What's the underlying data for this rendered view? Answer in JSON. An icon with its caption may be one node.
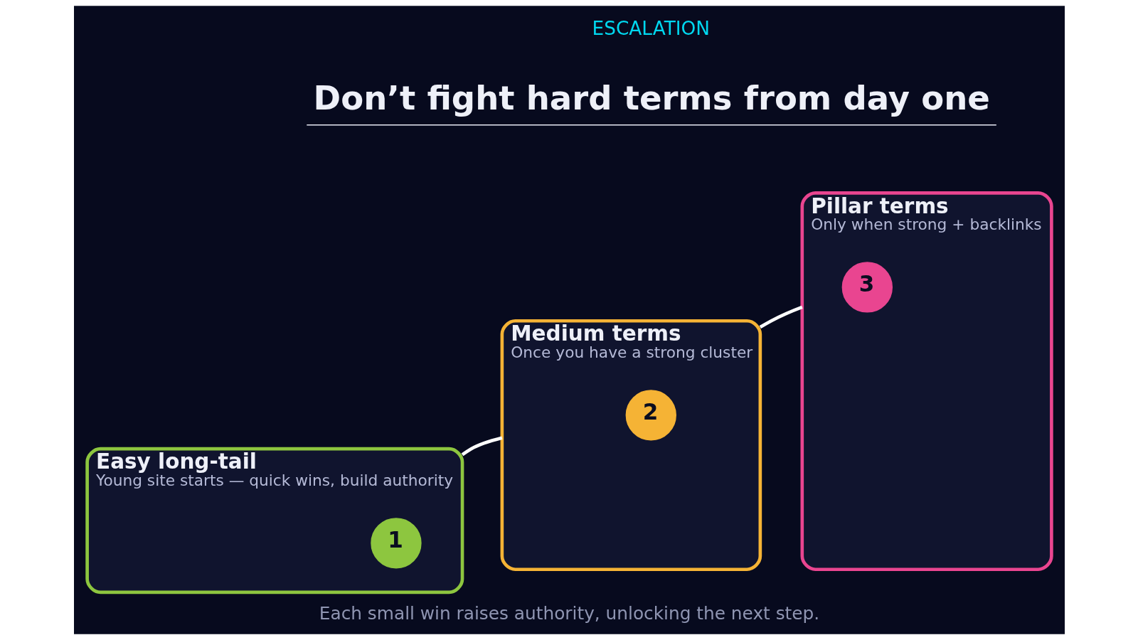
{
  "diagram": {
    "title": "Don’t fight hard terms from day one",
    "caption": "Each small win raises authority, unlocking the next step.",
    "nodes": [
      {
        "text": [
          "Easy long-tail",
          "Young site starts — quick wins, build authority"
        ]
      },
      {
        "text": [
          "1"
        ],
        "in": 0
      },
      {
        "text": [
          "Medium terms",
          "Once you have a strong cluster"
        ]
      },
      {
        "text": [
          "2"
        ],
        "in": 2
      },
      {
        "text": [
          "Pillar terms",
          "Only when strong + backlinks"
        ]
      },
      {
        "text": [
          "3"
        ],
        "in": 4
      }
    ],
    "edges": [
      {
        "from": 0,
        "to": 2,
        "arrow": "none"
      },
      {
        "from": 2,
        "to": 4,
        "arrow": "none"
      }
    ],
    "labels": [
      "ESCALATION"
    ]
  }
}
